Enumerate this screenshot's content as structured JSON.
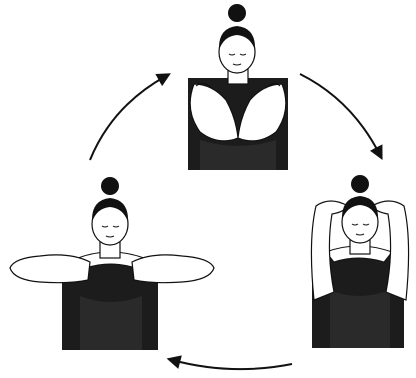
{
  "diagram": {
    "kind": "exercise-cycle",
    "steps": [
      {
        "pose": "elbows-together",
        "position": "top"
      },
      {
        "pose": "hands-behind-head",
        "position": "bottom-right"
      },
      {
        "pose": "hands-on-shoulders",
        "position": "bottom-left"
      }
    ],
    "arrow_direction": "clockwise",
    "colors": {
      "ink": "#111111",
      "skin": "#ffffff",
      "top": "#1c1c1c",
      "background": "#ffffff"
    }
  }
}
